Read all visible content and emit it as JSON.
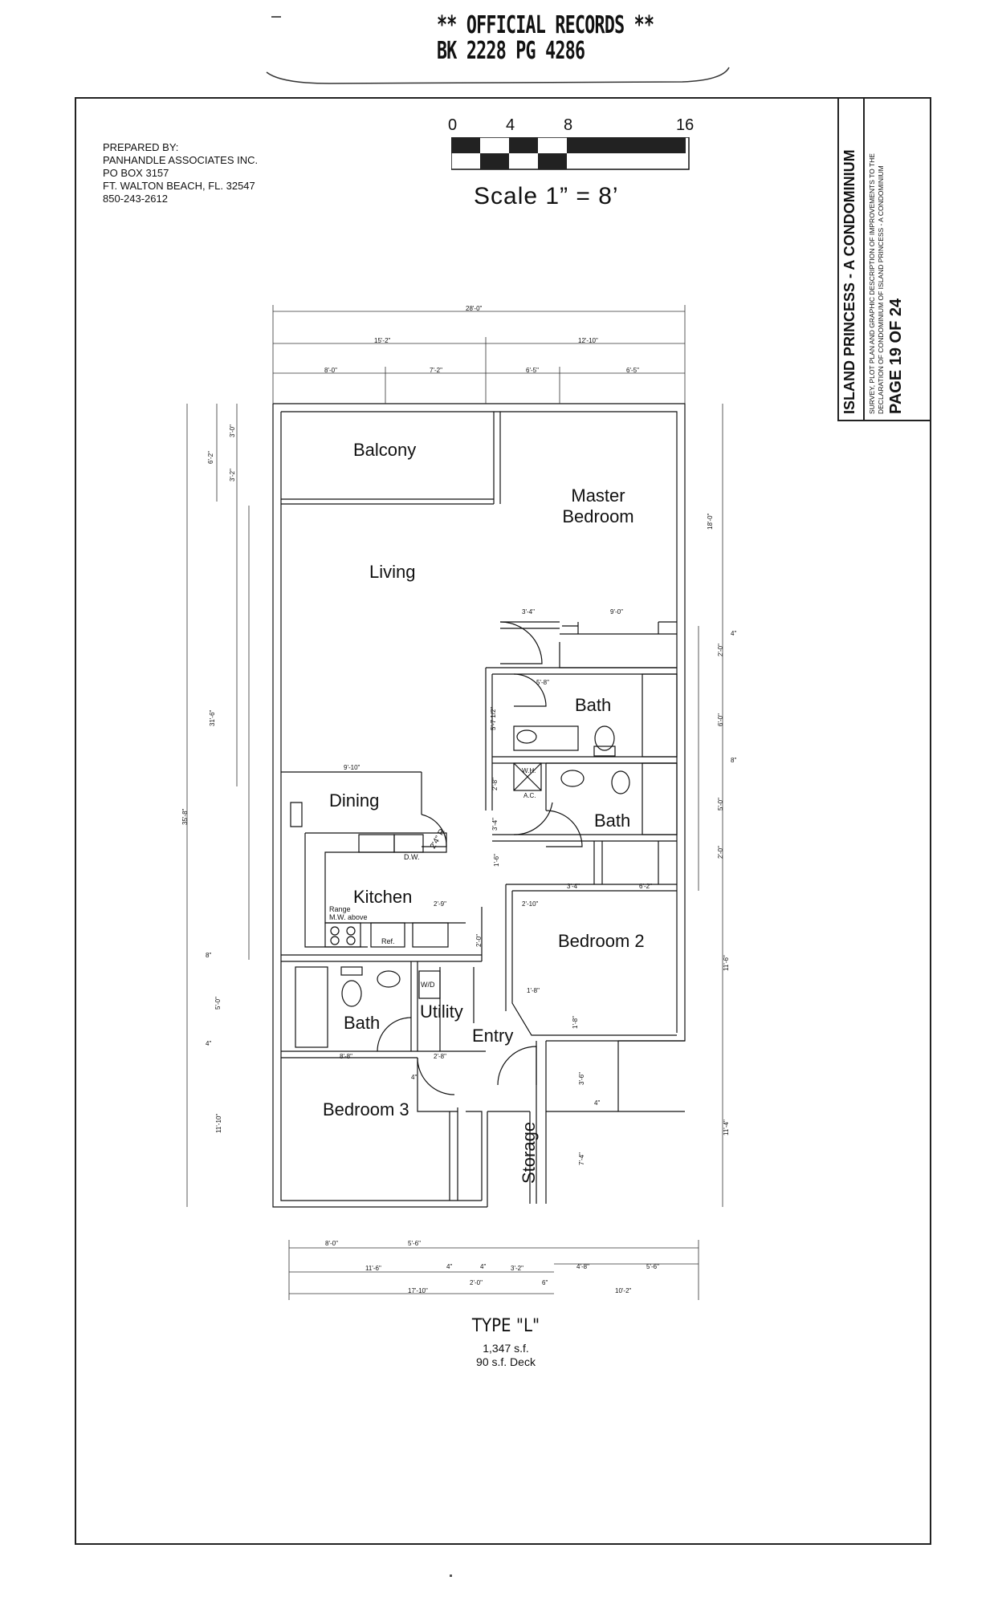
{
  "records": {
    "line1": "** OFFICIAL RECORDS **",
    "line2": "BK 2228  PG 4286"
  },
  "preparer": {
    "lines": "PREPARED BY:\nPANHANDLE ASSOCIATES INC.\nPO BOX 3157\nFT. WALTON BEACH, FL. 32547\n850-243-2612"
  },
  "scale_bar": {
    "ticks": [
      "0",
      "4",
      "8",
      "16"
    ],
    "label": "Scale 1” = 8’"
  },
  "title_block": {
    "project": "ISLAND PRINCESS - A CONDOMINIUM",
    "desc1": "SURVEY, PLOT PLAN AND GRAPHIC DESCRIPTION OF IMPROVEMENTS TO THE",
    "desc2": "DECLARATION OF CONDOMINIUM OF ISLAND PRINCESS - A CONDOMINIUM",
    "page": "PAGE 19 OF 24"
  },
  "rooms": {
    "balcony": "Balcony",
    "master": "Master\nBedroom",
    "living": "Living",
    "bath1": "Bath",
    "bath2": "Bath",
    "dining": "Dining",
    "kitchen": "Kitchen",
    "bedroom2": "Bedroom  2",
    "bath3": "Bath",
    "utility": "Utility",
    "entry": "Entry",
    "bedroom3": "Bedroom  3",
    "storage": "Storage"
  },
  "fixtures": {
    "range": "Range\nM.W. above",
    "ref": "Ref.",
    "dw": "D.W.",
    "wd": "W/D",
    "wh": "W.H.",
    "ac": "A.C.",
    "radius": "2'4\" R"
  },
  "dims": {
    "top_total": "28'-0\"",
    "top_a": "15'-2\"",
    "top_b": "12'-10\"",
    "top_c": "8'-0\"",
    "top_d": "7'-2\"",
    "top_e": "6'-5\"",
    "top_f": "6'-5\"",
    "left_a": "3'-0\"",
    "left_b": "6'-2\"",
    "left_c": "3'-2\"",
    "left_d": "31'-6\"",
    "left_e": "35'-8\"",
    "left_f": "5'-0\"",
    "left_g": "11'-10\"",
    "left_h": "8\"",
    "left_i": "4\"",
    "right_a": "18'-0\"",
    "right_b": "11'-6\"",
    "right_c": "11'-4\"",
    "right_d": "6'-0\"",
    "right_e": "5'-0\"",
    "right_f": "2'-0\"",
    "right_g": "2'-0\"",
    "right_h": "4\"",
    "right_i": "8\"",
    "mb_a": "3'-4\"",
    "mb_b": "9'-0\"",
    "bath_a": "5'-8\"",
    "bath_b": "5'-7 1/2\"",
    "bath_c": "2'-8\"",
    "bath_d": "3'-4\"",
    "bath_e": "1'-6\"",
    "dining_w": "9'-10\"",
    "k_a": "2'-9\"",
    "k_b": "2'-0\"",
    "b2_a": "3'-4\"",
    "b2_b": "6'-2\"",
    "b2_c": "2'-10\"",
    "b2_d": "1'-8\"",
    "b2_e": "1'-8\"",
    "b3_a": "8'-8\"",
    "b3_b": "4\"",
    "u_a": "2'-8\"",
    "st_a": "3'-6\"",
    "st_b": "7'-4\"",
    "st_c": "4\"",
    "bot_a": "8'-0\"",
    "bot_b": "5'-6\"",
    "bot_c": "11'-6\"",
    "bot_d": "4\"",
    "bot_e": "4\"",
    "bot_f": "3'-2\"",
    "bot_g": "4'-8\"",
    "bot_h": "5'-6\"",
    "bot_i": "17'-10\"",
    "bot_j": "2'-0\"",
    "bot_k": "6\"",
    "bot_l": "10'-2\""
  },
  "unit": {
    "type": "TYPE \"L\"",
    "area": "1,347 s.f.",
    "deck": "90 s.f. Deck"
  }
}
